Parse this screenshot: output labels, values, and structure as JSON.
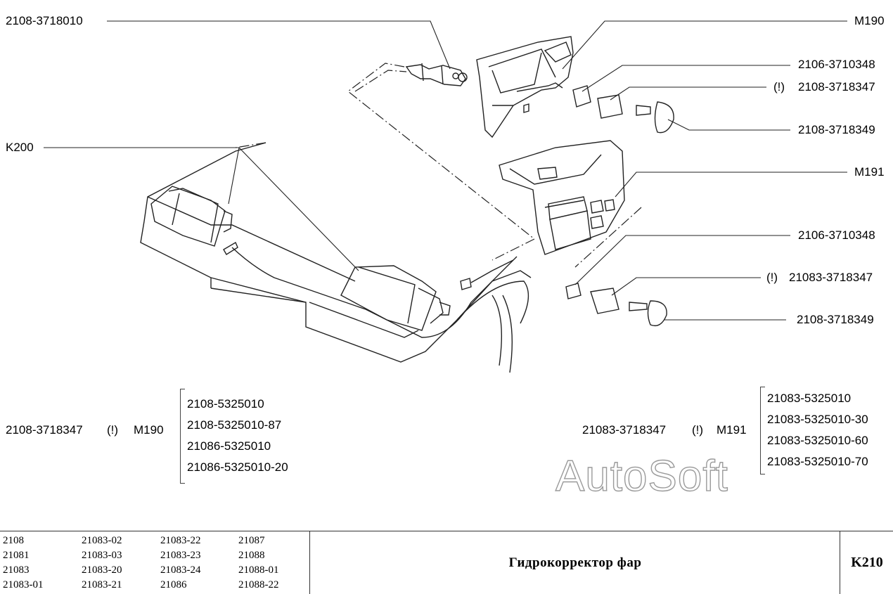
{
  "callouts": {
    "p2108_3718010": "2108-3718010",
    "k200": "K200",
    "m190": "M190",
    "p2106_3710348_a": "2106-3710348",
    "excl_a": "(!)",
    "p2108_3718347": "2108-3718347",
    "p2108_3718349_a": "2108-3718349",
    "m191": "M191",
    "p2106_3710348_b": "2106-3710348",
    "excl_b": "(!)",
    "p21083_3718347": "21083-3718347",
    "p2108_3718349_b": "2108-3718349"
  },
  "group_left": {
    "part": "2108-3718347",
    "excl": "(!)",
    "ref": "M190",
    "items": [
      "2108-5325010",
      "2108-5325010-87",
      "21086-5325010",
      "21086-5325010-20"
    ]
  },
  "group_right": {
    "part": "21083-3718347",
    "excl": "(!)",
    "ref": "M191",
    "items": [
      "21083-5325010",
      "21083-5325010-30",
      "21083-5325010-60",
      "21083-5325010-70"
    ]
  },
  "watermark": "AutoSoft",
  "footer": {
    "models": [
      [
        "2108",
        "21081",
        "21083",
        "21083-01"
      ],
      [
        "21083-02",
        "21083-03",
        "21083-20",
        "21083-21"
      ],
      [
        "21083-22",
        "21083-23",
        "21083-24",
        "21086"
      ],
      [
        "21087",
        "21088",
        "21088-01",
        "21088-22"
      ]
    ],
    "title": "Гидрокорректор фар",
    "code": "K210"
  }
}
